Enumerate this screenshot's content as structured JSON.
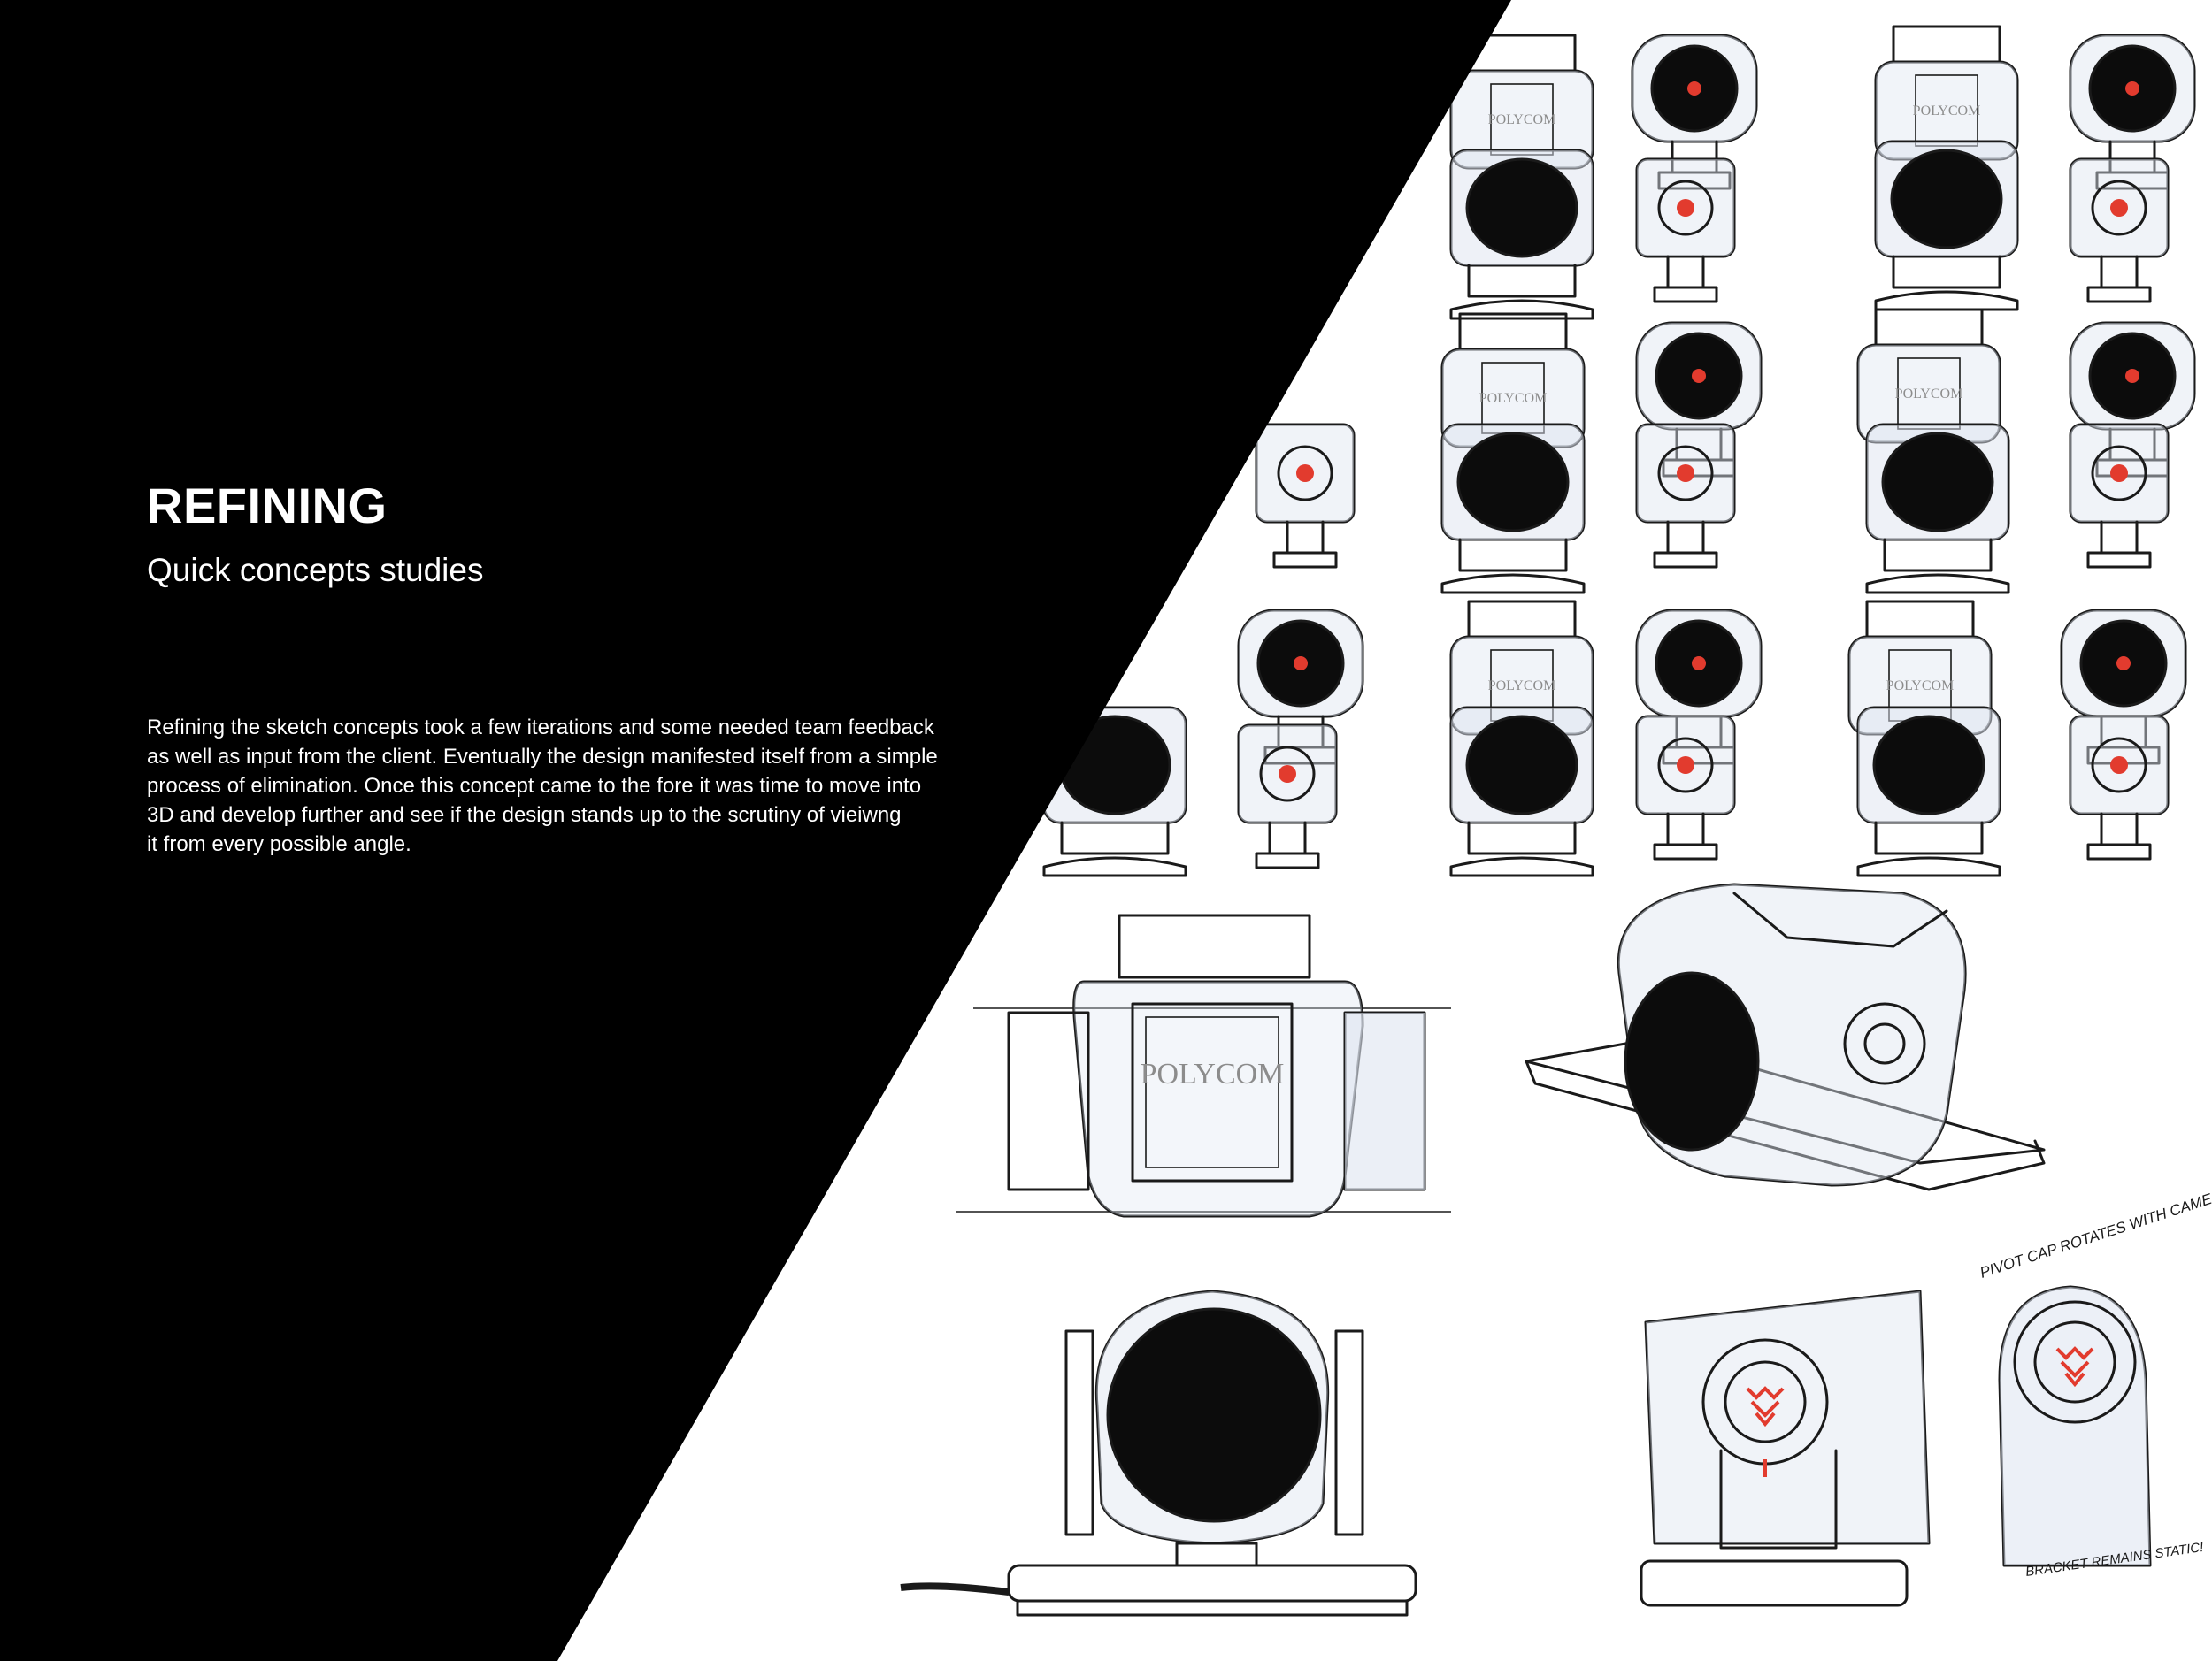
{
  "heading": {
    "title": "REFINING",
    "subtitle": "Quick concepts studies"
  },
  "body": {
    "lines": [
      "Refining the sketch concepts took a few iterations and some needed team feedback",
      "as well as input from the client.  Eventually the design manifested itself from a simple",
      "process of elimination.  Once this concept came to the fore it was time to move into",
      "3D and develop further and see if the design stands up to the scrutiny of vieiwng",
      "it from every possible angle."
    ]
  },
  "sketches": {
    "brand_label": "POLYCOM",
    "annotation_top": "PIVOT CAP ROTATES WITH CAMERA!",
    "annotation_bottom": "BRACKET REMAINS STATIC!"
  },
  "colors": {
    "panel": "#000000",
    "accent": "#e23b2e",
    "shading": "#dde4f0"
  }
}
